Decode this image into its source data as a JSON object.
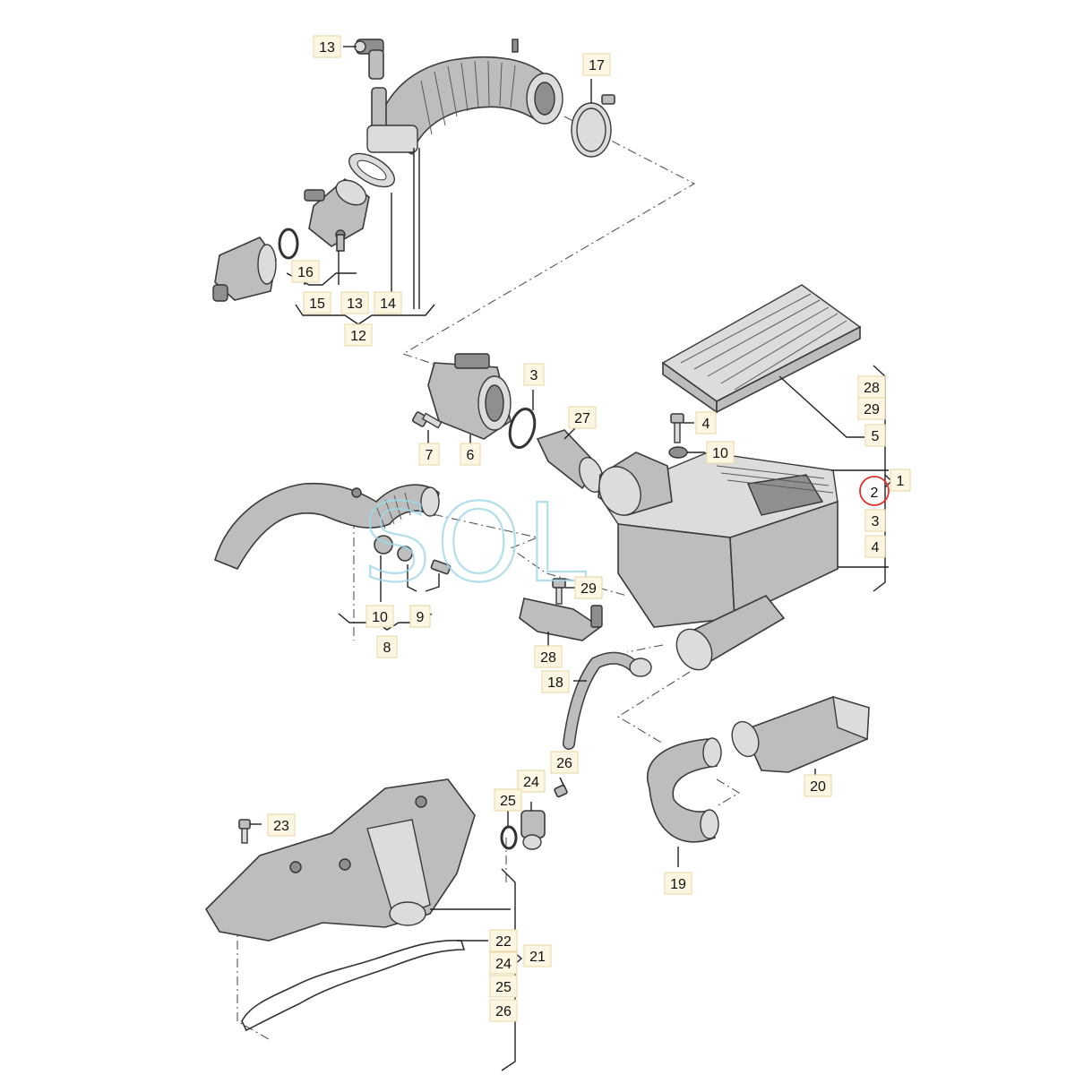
{
  "watermark": "SOL",
  "highlight_color": "#e0332b",
  "labels": [
    {
      "id": "l13a",
      "text": "13"
    },
    {
      "id": "l17",
      "text": "17"
    },
    {
      "id": "l16",
      "text": "16"
    },
    {
      "id": "l15",
      "text": "15"
    },
    {
      "id": "l13b",
      "text": "13"
    },
    {
      "id": "l14",
      "text": "14"
    },
    {
      "id": "l12",
      "text": "12"
    },
    {
      "id": "l3a",
      "text": "3"
    },
    {
      "id": "l27",
      "text": "27"
    },
    {
      "id": "l7",
      "text": "7"
    },
    {
      "id": "l6",
      "text": "6"
    },
    {
      "id": "l4a",
      "text": "4"
    },
    {
      "id": "l10a",
      "text": "10"
    },
    {
      "id": "l28a",
      "text": "28"
    },
    {
      "id": "l29a",
      "text": "29"
    },
    {
      "id": "l5",
      "text": "5"
    },
    {
      "id": "l1",
      "text": "1"
    },
    {
      "id": "l2",
      "text": "2"
    },
    {
      "id": "l3b",
      "text": "3"
    },
    {
      "id": "l4b",
      "text": "4"
    },
    {
      "id": "l29b",
      "text": "29"
    },
    {
      "id": "l10b",
      "text": "10"
    },
    {
      "id": "l9",
      "text": "9"
    },
    {
      "id": "l8",
      "text": "8"
    },
    {
      "id": "l28b",
      "text": "28"
    },
    {
      "id": "l18",
      "text": "18"
    },
    {
      "id": "l26a",
      "text": "26"
    },
    {
      "id": "l24a",
      "text": "24"
    },
    {
      "id": "l25a",
      "text": "25"
    },
    {
      "id": "l23",
      "text": "23"
    },
    {
      "id": "l20",
      "text": "20"
    },
    {
      "id": "l19",
      "text": "19"
    },
    {
      "id": "l22",
      "text": "22"
    },
    {
      "id": "l24b",
      "text": "24"
    },
    {
      "id": "l21",
      "text": "21"
    },
    {
      "id": "l25b",
      "text": "25"
    },
    {
      "id": "l26b",
      "text": "26"
    }
  ]
}
